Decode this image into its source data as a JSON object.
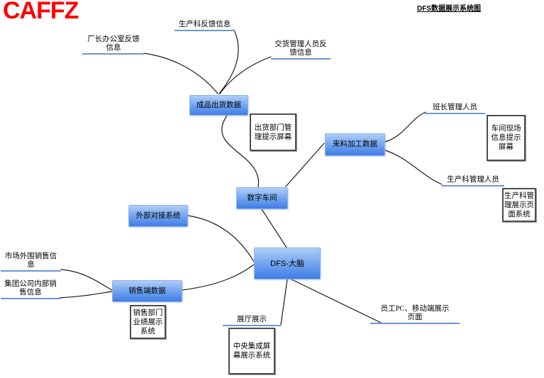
{
  "logo": "CAFFZ",
  "title": "DFS数据展示系统图",
  "colors": {
    "logo_red": "#ff0000",
    "node_gradient_top": "#aecdf7",
    "node_gradient_bottom": "#3f7de6",
    "label_underline_blue": "#6e96cf",
    "connector_black": "#1c1c1c"
  },
  "nodes": {
    "cpch": {
      "label": "成品出货数据"
    },
    "lljg": {
      "label": "来料加工数据"
    },
    "szcj": {
      "label": "数字车间"
    },
    "wbdj": {
      "label": "外部对接系统"
    },
    "dfs": {
      "label": "DFS-大脑"
    },
    "xsd": {
      "label": "销售端数据"
    }
  },
  "labels": {
    "czbg": {
      "text": "厂长办公室反馈\n信息"
    },
    "sckfk": {
      "text": "生产科反馈信息"
    },
    "jhgl": {
      "text": "交货管理人员反\n馈信息"
    },
    "bzgl": {
      "text": "班长管理人员"
    },
    "sckgl": {
      "text": "生产科管理人员"
    },
    "scww": {
      "text": "市场外围销售信\n息"
    },
    "jtgs": {
      "text": "集团公司内部销\n售信息"
    },
    "ztzs": {
      "text": "展厅展示"
    },
    "ygpc": {
      "text": "员工PC、移动端展示\n页面"
    }
  },
  "panels": {
    "chbm": {
      "text": "出货部门管\n理提示屏幕"
    },
    "cjxc": {
      "text": "车间现场\n信息提示\n屏幕"
    },
    "scgl": {
      "text": "生产科管\n理展示页\n面系统"
    },
    "xsbm": {
      "text": "销售部门\n业绩展示\n系统"
    },
    "zyjc": {
      "text": "中央集成屏\n幕展示系统"
    }
  }
}
